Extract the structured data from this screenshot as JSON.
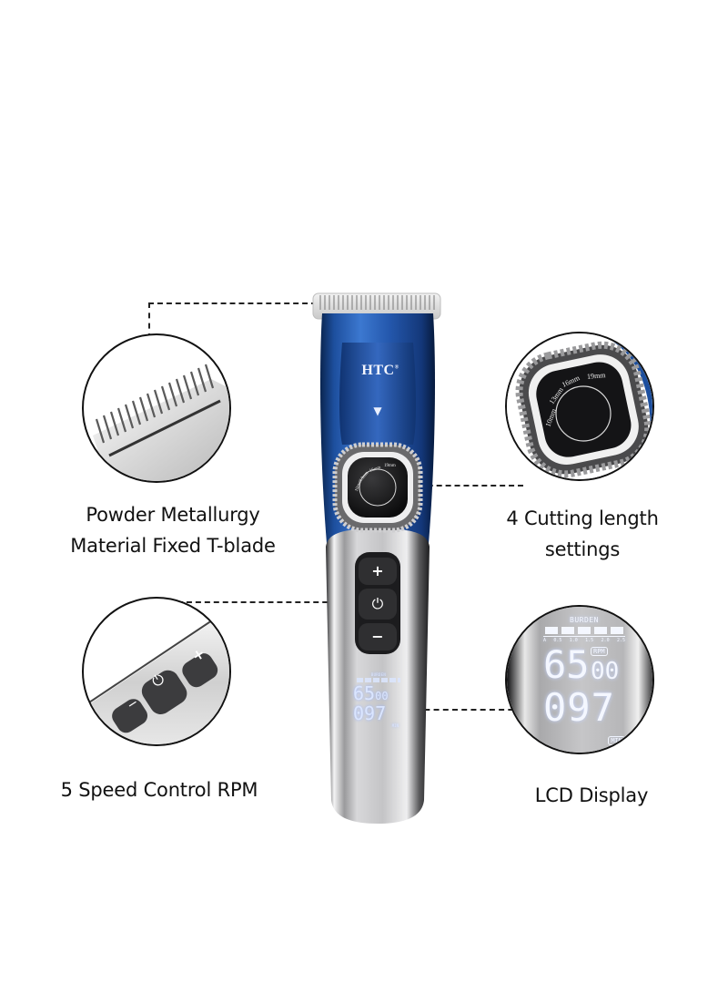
{
  "product": {
    "brand": "HTC",
    "brand_mark": "®",
    "head_arrow": "▼",
    "colors": {
      "body_blue": "#1d4f9e",
      "body_blue_dark": "#0a2550",
      "chrome_light": "#e9e9ea",
      "chrome_dark": "#3a3a3c",
      "lcd_glow": "#dbe6ff",
      "button_dark": "#2b2b2d"
    },
    "dial": {
      "lengths": [
        "10mm",
        "13mm",
        "16mm",
        "19mm"
      ]
    },
    "buttons": [
      {
        "name": "plus",
        "glyph": "+"
      },
      {
        "name": "power",
        "glyph": "⏻"
      },
      {
        "name": "minus",
        "glyph": "−"
      }
    ],
    "lcd": {
      "burden_label": "BURDEN",
      "scale": [
        "A",
        "0.5",
        "1.0",
        "1.5",
        "2.0",
        "2.5"
      ],
      "rpm_big": "65",
      "rpm_small": "00",
      "rpm_unit": "RPM",
      "minutes": "097",
      "minutes_unit": "MIN"
    }
  },
  "callouts": [
    {
      "id": "blade",
      "caption_line1": "Powder Metallurgy",
      "caption_line2": "Material Fixed T-blade"
    },
    {
      "id": "dial",
      "caption_line1": "4 Cutting length",
      "caption_line2": "settings"
    },
    {
      "id": "speed",
      "caption_line1": "5 Speed Control RPM"
    },
    {
      "id": "lcd",
      "caption_line1": "LCD Display"
    }
  ],
  "zoom_views": {
    "buttons": [
      "−",
      "⏻",
      "+"
    ],
    "dial_lengths": [
      "10mm",
      "13mm",
      "16mm",
      "19mm"
    ]
  }
}
